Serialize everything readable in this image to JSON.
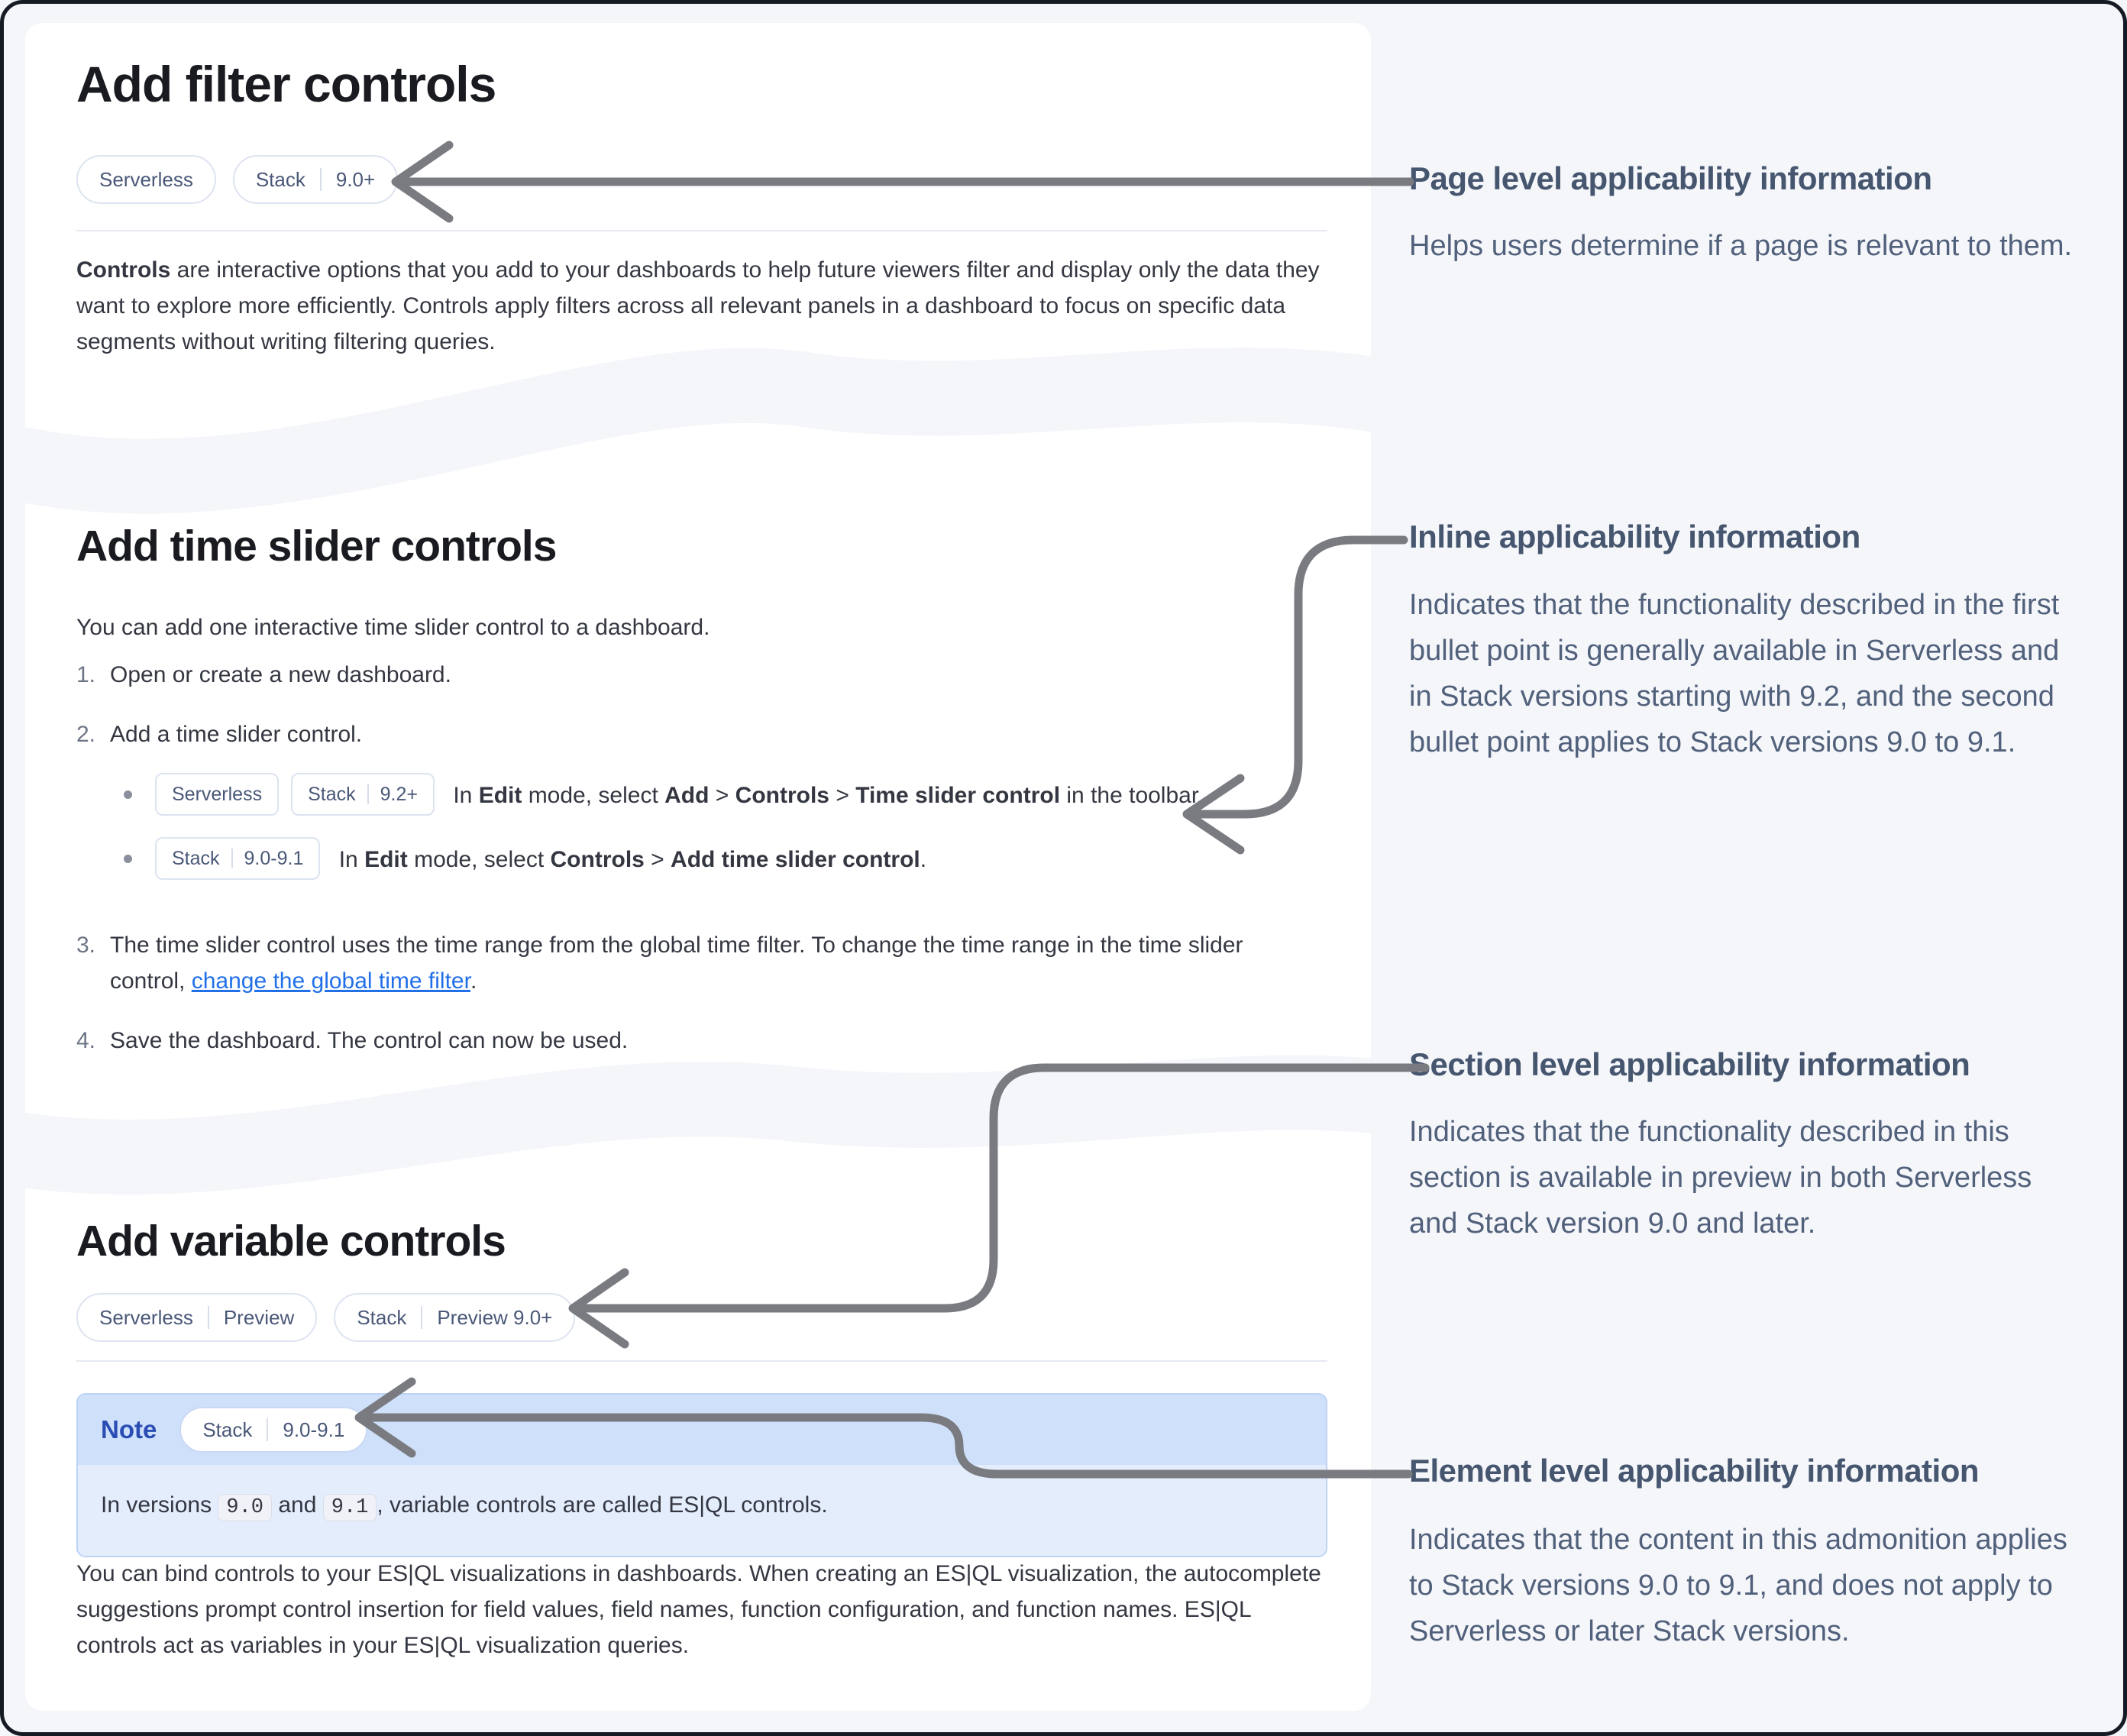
{
  "colors": {
    "page_bg": "#f4f6fa",
    "card_bg": "#ffffff",
    "note_header_bg": "#cfe0fa",
    "note_body_bg": "#e4edfc",
    "note_label_blue": "#2a4db4",
    "badge_text": "#4a5878",
    "link_blue": "#2170e8",
    "arrow_gray": "#797b80"
  },
  "cards": {
    "filter": {
      "title": "Add filter controls",
      "badges": [
        [
          "Serverless"
        ],
        [
          "Stack",
          "9.0+"
        ]
      ],
      "intro": [
        {
          "text": "Controls",
          "style": "bold"
        },
        {
          "text": " are interactive options that you add to your dashboards to help future viewers filter and display only the data they want to explore more efficiently. Controls apply filters across all relevant panels in a dashboard to focus on specific data segments without writing filtering queries."
        }
      ]
    },
    "time_slider": {
      "title": "Add time slider controls",
      "intro": "You can add one interactive time slider control to a dashboard.",
      "steps": [
        {
          "number": "1.",
          "runs": [
            {
              "text": "Open or create a new dashboard."
            }
          ]
        },
        {
          "number": "2.",
          "runs": [
            {
              "text": "Add a time slider control."
            }
          ],
          "bullets": [
            {
              "runs": [
                {
                  "badge": [
                    "Serverless"
                  ]
                },
                {
                  "badge": [
                    "Stack",
                    "9.2+"
                  ]
                },
                {
                  "text": " In "
                },
                {
                  "text": "Edit",
                  "style": "bold"
                },
                {
                  "text": " mode, select "
                },
                {
                  "text": "Add",
                  "style": "bold"
                },
                {
                  "text": " > "
                },
                {
                  "text": "Controls",
                  "style": "bold"
                },
                {
                  "text": " > "
                },
                {
                  "text": "Time slider control",
                  "style": "bold"
                },
                {
                  "text": " in the toolbar."
                }
              ]
            },
            {
              "runs": [
                {
                  "badge": [
                    "Stack",
                    "9.0-9.1"
                  ]
                },
                {
                  "text": " In "
                },
                {
                  "text": "Edit",
                  "style": "bold"
                },
                {
                  "text": " mode, select "
                },
                {
                  "text": "Controls",
                  "style": "bold"
                },
                {
                  "text": " > "
                },
                {
                  "text": "Add time slider control",
                  "style": "bold"
                },
                {
                  "text": "."
                }
              ]
            }
          ]
        },
        {
          "number": "3.",
          "runs": [
            {
              "text": "The time slider control uses the time range from the global time filter. To change the time range in the time slider control, "
            },
            {
              "text": "change the global time filter",
              "style": "link"
            },
            {
              "text": "."
            }
          ]
        },
        {
          "number": "4.",
          "runs": [
            {
              "text": "Save the dashboard. The control can now be used."
            }
          ]
        }
      ]
    },
    "variable": {
      "title": "Add variable controls",
      "badges": [
        [
          "Serverless",
          "Preview"
        ],
        [
          "Stack",
          "Preview 9.0+"
        ]
      ],
      "note": {
        "label": "Note",
        "badge": [
          "Stack",
          "9.0-9.1"
        ],
        "body": [
          {
            "text": "In versions "
          },
          {
            "text": "9.0",
            "style": "code"
          },
          {
            "text": " and "
          },
          {
            "text": "9.1",
            "style": "code"
          },
          {
            "text": ", variable controls are called ES|QL controls."
          }
        ]
      },
      "body": "You can bind controls to your ES|QL visualizations in dashboards. When creating an ES|QL visualization, the autocomplete suggestions prompt control insertion for field values, field names, function configuration, and function names. ES|QL controls act as variables in your ES|QL visualization queries."
    }
  },
  "annotations": [
    {
      "title": "Page level applicability information",
      "body": "Helps users determine if a page is relevant to them."
    },
    {
      "title": "Inline applicability information",
      "body": "Indicates that the functionality described in the first bullet point is generally available in Serverless and in Stack versions starting with 9.2, and the second bullet point applies to Stack versions 9.0 to 9.1."
    },
    {
      "title": "Section level applicability information",
      "body": "Indicates that the functionality described in this section is available in preview in both Serverless and Stack version 9.0 and later."
    },
    {
      "title": "Element level applicability information",
      "body": "Indicates that the content in this admonition applies to Stack versions 9.0 to 9.1, and does not apply to Serverless or later Stack versions."
    }
  ]
}
